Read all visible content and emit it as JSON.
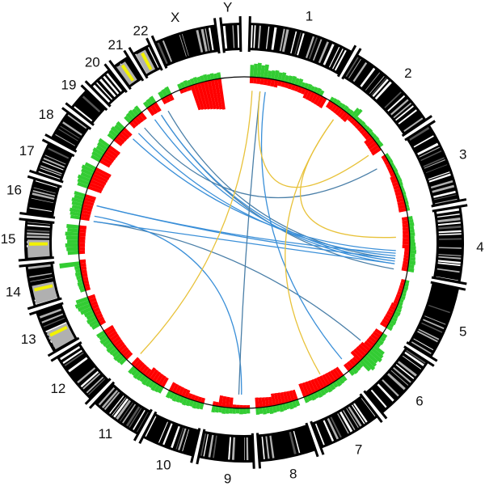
{
  "chart_data": {
    "type": "circos",
    "title": "",
    "center": [
      302,
      300
    ],
    "radii": {
      "ideogram_inner": 238,
      "ideogram_outer": 272,
      "label": 292,
      "baseline": 205,
      "green_max": 222,
      "red_max": 175,
      "links_end": 188
    },
    "colors": {
      "ideogram_dark": "#000000",
      "ideogram_band_mid": "#555555",
      "ideogram_band_light": "#b0b0b0",
      "ideogram_band_white": "#ffffff",
      "centromere_yellow": "#f2f200",
      "gain_track": "#33cc33",
      "loss_track": "#ff0000",
      "baseline": "#000000",
      "link_blue": "#3a8fd8",
      "link_blue_dark": "#4a7fa8",
      "link_yellow": "#e8c23a"
    },
    "chromosomes": [
      {
        "name": "1",
        "start": 1.5,
        "end": 29.5,
        "label_angle": 16
      },
      {
        "name": "2",
        "start": 31.0,
        "end": 56.0,
        "label_angle": 44
      },
      {
        "name": "3",
        "start": 57.5,
        "end": 79.0,
        "label_angle": 68
      },
      {
        "name": "4",
        "start": 80.5,
        "end": 100.5,
        "label_angle": 91
      },
      {
        "name": "5",
        "start": 102.0,
        "end": 121.5,
        "label_angle": 112
      },
      {
        "name": "6",
        "start": 123.0,
        "end": 141.0,
        "label_angle": 132
      },
      {
        "name": "7",
        "start": 142.5,
        "end": 159.5,
        "label_angle": 151
      },
      {
        "name": "8",
        "start": 161.0,
        "end": 176.0,
        "label_angle": 168
      },
      {
        "name": "9",
        "start": 177.5,
        "end": 192.0,
        "label_angle": 184
      },
      {
        "name": "10",
        "start": 193.5,
        "end": 207.5,
        "label_angle": 200
      },
      {
        "name": "11",
        "start": 209.0,
        "end": 223.0,
        "label_angle": 216
      },
      {
        "name": "12",
        "start": 224.5,
        "end": 238.5,
        "label_angle": 232
      },
      {
        "name": "13",
        "start": 240.0,
        "end": 251.5,
        "label_angle": 246
      },
      {
        "name": "14",
        "start": 253.0,
        "end": 264.0,
        "label_angle": 258
      },
      {
        "name": "15",
        "start": 265.5,
        "end": 276.0,
        "label_angle": 271
      },
      {
        "name": "16",
        "start": 277.5,
        "end": 287.0,
        "label_angle": 283
      },
      {
        "name": "17",
        "start": 288.5,
        "end": 297.0,
        "label_angle": 293
      },
      {
        "name": "18",
        "start": 298.5,
        "end": 306.5,
        "label_angle": 303
      },
      {
        "name": "19",
        "start": 308.0,
        "end": 314.0,
        "label_angle": 312
      },
      {
        "name": "20",
        "start": 315.5,
        "end": 322.0,
        "label_angle": 320
      },
      {
        "name": "21",
        "start": 323.5,
        "end": 328.0,
        "label_angle": 327
      },
      {
        "name": "22",
        "start": 329.5,
        "end": 334.5,
        "label_angle": 334
      },
      {
        "name": "X",
        "start": 336.0,
        "end": 352.5,
        "label_angle": 343
      },
      {
        "name": "Y",
        "start": 354.0,
        "end": 359.0,
        "label_angle": 356
      }
    ],
    "tracks": {
      "gain_green": [
        [
          2,
          8,
          0.9
        ],
        [
          8,
          14,
          0.55
        ],
        [
          14,
          20,
          0.45
        ],
        [
          20,
          28,
          0.3
        ],
        [
          31,
          40,
          0.25
        ],
        [
          40,
          42,
          0.75
        ],
        [
          42,
          55,
          0.2
        ],
        [
          58,
          70,
          0.15
        ],
        [
          70,
          79,
          0.12
        ],
        [
          81,
          90,
          0.25
        ],
        [
          90,
          100,
          0.35
        ],
        [
          103,
          112,
          0.2
        ],
        [
          112,
          121,
          0.3
        ],
        [
          123,
          128,
          0.3
        ],
        [
          128,
          136,
          0.95
        ],
        [
          136,
          141,
          0.35
        ],
        [
          143,
          159,
          0.35
        ],
        [
          161,
          176,
          0.4
        ],
        [
          178,
          184,
          0.3
        ],
        [
          184,
          191,
          0.35
        ],
        [
          194,
          207,
          0.4
        ],
        [
          209,
          222,
          0.45
        ],
        [
          225,
          238,
          0.5
        ],
        [
          240,
          246,
          0.6
        ],
        [
          246,
          251,
          0.9
        ],
        [
          253,
          262,
          0.3
        ],
        [
          262,
          263.5,
          1.6
        ],
        [
          266,
          276,
          0.8
        ],
        [
          278,
          287,
          0.7
        ],
        [
          289,
          297,
          0.8
        ],
        [
          299,
          306,
          0.7
        ],
        [
          308,
          314,
          0.55
        ],
        [
          316,
          322,
          0.5
        ],
        [
          324,
          328,
          0.4
        ],
        [
          330,
          334,
          0.45
        ],
        [
          337,
          352,
          0.35
        ]
      ],
      "loss_red": [
        [
          2,
          12,
          0.3
        ],
        [
          12,
          22,
          0.25
        ],
        [
          22,
          30,
          0.45
        ],
        [
          31,
          40,
          0.35
        ],
        [
          40,
          50,
          0.25
        ],
        [
          50,
          56,
          0.45
        ],
        [
          58,
          66,
          0.2
        ],
        [
          66,
          79,
          0.3
        ],
        [
          81,
          92,
          0.3
        ],
        [
          92,
          100,
          0.25
        ],
        [
          103,
          112,
          0.2
        ],
        [
          112,
          121,
          0.3
        ],
        [
          123,
          130,
          0.4
        ],
        [
          130,
          136,
          0.55
        ],
        [
          136,
          141,
          0.35
        ],
        [
          143,
          152,
          0.5
        ],
        [
          152,
          159,
          0.6
        ],
        [
          161,
          170,
          0.5
        ],
        [
          170,
          176,
          0.45
        ],
        [
          178,
          184,
          0.15
        ],
        [
          184,
          189,
          0.5
        ],
        [
          189,
          191,
          0.2
        ],
        [
          194,
          200,
          0.25
        ],
        [
          200,
          207,
          0.4
        ],
        [
          209,
          216,
          0.5
        ],
        [
          216,
          223,
          0.4
        ],
        [
          225,
          238,
          0.4
        ],
        [
          240,
          251,
          0.3
        ],
        [
          253,
          264,
          0.25
        ],
        [
          266,
          276,
          0.3
        ],
        [
          278,
          287,
          0.45
        ],
        [
          289,
          297,
          0.7
        ],
        [
          299,
          306,
          0.55
        ],
        [
          308,
          314,
          0.45
        ],
        [
          316,
          322,
          0.35
        ],
        [
          324,
          328,
          0.45
        ],
        [
          330,
          334,
          0.3
        ],
        [
          337,
          341,
          0.2
        ],
        [
          341,
          352,
          1.25
        ]
      ]
    },
    "links": [
      {
        "from": 327,
        "to": 100,
        "color": "blue"
      },
      {
        "from": 327,
        "to": 97,
        "color": "blue"
      },
      {
        "from": 324,
        "to": 98,
        "color": "blue"
      },
      {
        "from": 330,
        "to": 96,
        "color": "blue"
      },
      {
        "from": 316,
        "to": 95,
        "color": "blue"
      },
      {
        "from": 313,
        "to": 93,
        "color": "blue"
      },
      {
        "from": 319,
        "to": 61,
        "color": "blue"
      },
      {
        "from": 284,
        "to": 96,
        "color": "blue"
      },
      {
        "from": 284,
        "to": 94,
        "color": "blue"
      },
      {
        "from": 278,
        "to": 130,
        "color": "blue"
      },
      {
        "from": 278,
        "to": 98,
        "color": "blue"
      },
      {
        "from": 280,
        "to": 181,
        "color": "blue"
      },
      {
        "from": 6,
        "to": 182,
        "color": "blue"
      },
      {
        "from": 8,
        "to": 140,
        "color": "blue"
      },
      {
        "from": 3,
        "to": 223,
        "color": "yellow"
      },
      {
        "from": 36,
        "to": 150,
        "color": "yellow"
      },
      {
        "from": 36,
        "to": 88,
        "color": "yellow"
      },
      {
        "from": 6,
        "to": 55,
        "color": "yellow"
      }
    ]
  }
}
